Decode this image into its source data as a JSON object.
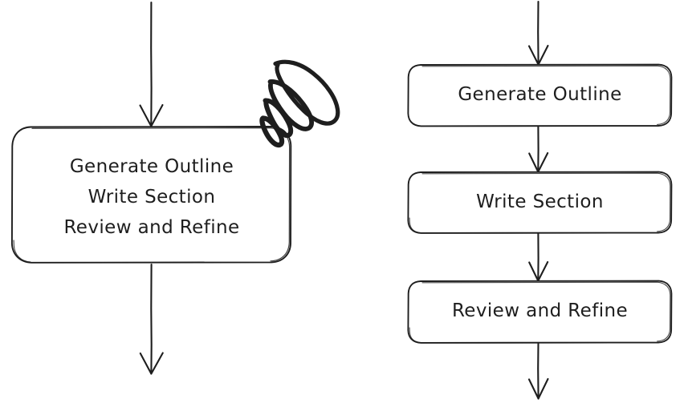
{
  "diagram": {
    "title": "Flow comparison: merged node versus sequential nodes",
    "background_color": "#ffffff",
    "stroke_color": "#1e1e1e",
    "text_color": "#1e1e1e",
    "style": "hand-drawn"
  },
  "left_flow": {
    "name": "merged-node-flow",
    "incoming_arrow": {
      "name": "arrow-into-merged-node"
    },
    "node": {
      "name": "merged-node",
      "lines": [
        "Generate Outline",
        "Write Section",
        "Review and Refine"
      ],
      "text": "Generate Outline\nWrite Section\nReview and Refine"
    },
    "annotation": {
      "name": "scribble-mark",
      "kind": "scribble-icon",
      "meaning": "crossed-out / rejected"
    },
    "outgoing_arrow": {
      "name": "arrow-out-of-merged-node"
    }
  },
  "right_flow": {
    "name": "sequential-node-flow",
    "incoming_arrow": {
      "name": "arrow-into-generate-outline"
    },
    "nodes": [
      {
        "name": "node-generate-outline",
        "label": "Generate Outline"
      },
      {
        "name": "node-write-section",
        "label": "Write Section"
      },
      {
        "name": "node-review-and-refine",
        "label": "Review and Refine"
      }
    ],
    "connectors": [
      {
        "name": "arrow-generate-to-write"
      },
      {
        "name": "arrow-write-to-review"
      }
    ],
    "outgoing_arrow": {
      "name": "arrow-out-of-review-and-refine"
    }
  }
}
